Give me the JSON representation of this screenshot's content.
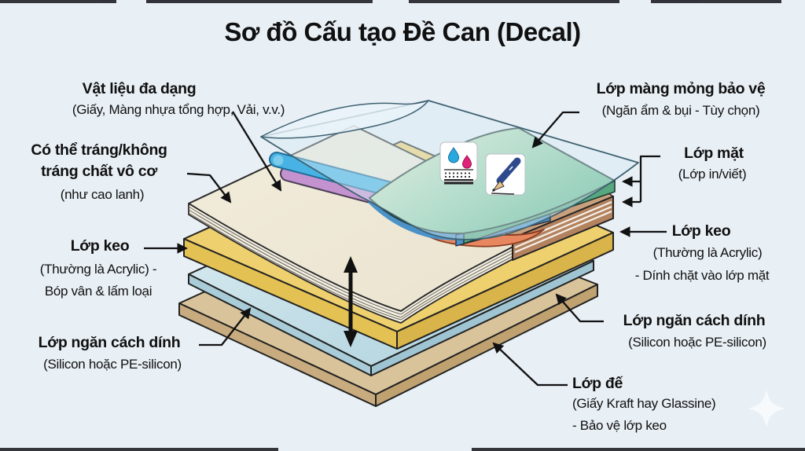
{
  "title": "Sơ đồ Cấu tạo Đề Can (Decal)",
  "labels": {
    "material_title": "Vật liệu đa dạng",
    "material_sub": "(Giấy, Màng nhựa tổng hợp, Vải, v.v.)",
    "coating_line1": "Có thể tráng/không",
    "coating_line2": "tráng chất vô cơ",
    "coating_sub": "(như cao lanh)",
    "adhesive_left_title": "Lớp keo",
    "adhesive_left_sub1": "(Thường là Acrylic) -",
    "adhesive_left_sub2": "Bóp vân & lấm loại",
    "release_left_title": "Lớp ngăn cách dính",
    "release_left_sub": "(Silicon hoặc PE-silicon)",
    "protective_title": "Lớp màng mỏng bảo vệ",
    "protective_sub": "(Ngăn ẩm & bụi - Tùy chọn)",
    "face_title": "Lớp mặt",
    "face_sub": "(Lớp in/viết)",
    "adhesive_right_title": "Lớp keo",
    "adhesive_right_sub1": "(Thường là Acrylic)",
    "adhesive_right_sub2": "- Dính chặt vào lớp mặt",
    "release_right_title": "Lớp ngăn cách dính",
    "release_right_sub": "(Silicon hoặc PE-silicon)",
    "base_title": "Lớp đế",
    "base_sub1": "(Giấy Kraft hay Glassine)",
    "base_sub2": "- Bảo vệ lớp keo"
  },
  "icons": {
    "ink_droplets": "ink-droplets-icon",
    "pencil": "pencil-icon",
    "sparkle": "sparkle-watermark",
    "peel_arrow": "peel-double-arrow"
  },
  "layers": [
    {
      "name": "protective-film",
      "color": "#d5e9f3"
    },
    {
      "name": "face-layer-green",
      "color": "#5eb98d"
    },
    {
      "name": "face-layer-plies",
      "color": "#b3825f"
    },
    {
      "name": "material-sheet",
      "color": "#efe9d8"
    },
    {
      "name": "adhesive-layer",
      "color": "#eed06e"
    },
    {
      "name": "release-layer",
      "color": "#cde2e8"
    },
    {
      "name": "base-layer",
      "color": "#d9c39a"
    }
  ],
  "colors": {
    "background": "#e8eff5",
    "text": "#101010",
    "connector": "#111111",
    "orange_curl": "#e8875f",
    "purple_strip": "#c493cf",
    "blue_strip": "#47b2e3",
    "cyan_drop": "#29a8df",
    "magenta_drop": "#e0217a"
  }
}
